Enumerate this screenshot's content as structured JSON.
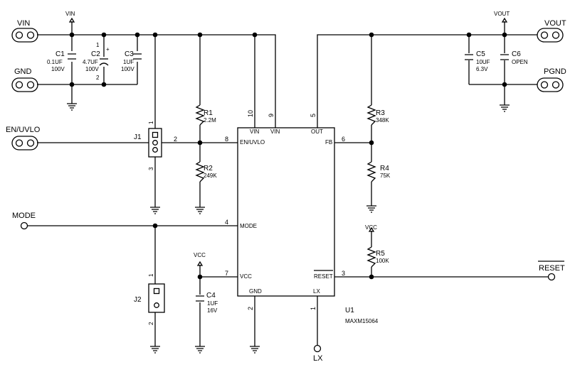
{
  "ports": {
    "vin": "VIN",
    "gnd": "GND",
    "en_uvlo": "EN/UVLO",
    "mode": "MODE",
    "vout": "VOUT",
    "pgnd": "PGND",
    "reset": "RESET",
    "lx": "LX"
  },
  "rails": {
    "vin": "VIN",
    "vout": "VOUT",
    "vcc": "VCC"
  },
  "components": {
    "c1": {
      "ref": "C1",
      "value": "0.1UF",
      "voltage": "100V"
    },
    "c2": {
      "ref": "C2",
      "value": "4.7UF",
      "voltage": "100V",
      "pin1": "1",
      "pin2": "2",
      "polarity": "+"
    },
    "c3": {
      "ref": "C3",
      "value": "1UF",
      "voltage": "100V"
    },
    "c4": {
      "ref": "C4",
      "value": "1UF",
      "voltage": "16V"
    },
    "c5": {
      "ref": "C5",
      "value": "10UF",
      "voltage": "6.3V"
    },
    "c6": {
      "ref": "C6",
      "value": "OPEN"
    },
    "r1": {
      "ref": "R1",
      "value": "2.2M"
    },
    "r2": {
      "ref": "R2",
      "value": "249K"
    },
    "r3": {
      "ref": "R3",
      "value": "348K"
    },
    "r4": {
      "ref": "R4",
      "value": "75K"
    },
    "r5": {
      "ref": "R5",
      "value": "100K"
    },
    "j1": {
      "ref": "J1",
      "pin1": "1",
      "pin2": "2",
      "pin3": "3"
    },
    "j2": {
      "ref": "J2",
      "pin1": "1",
      "pin2": "2"
    }
  },
  "ic": {
    "ref": "U1",
    "part": "MAXM15064",
    "pins": [
      {
        "num": "10",
        "name": "VIN"
      },
      {
        "num": "9",
        "name": "VIN"
      },
      {
        "num": "5",
        "name": "OUT"
      },
      {
        "num": "8",
        "name": "EN/UVLO"
      },
      {
        "num": "6",
        "name": "FB"
      },
      {
        "num": "4",
        "name": "MODE"
      },
      {
        "num": "7",
        "name": "VCC"
      },
      {
        "num": "3",
        "name": "RESET"
      },
      {
        "num": "2",
        "name": "GND"
      },
      {
        "num": "1",
        "name": "LX"
      }
    ]
  }
}
